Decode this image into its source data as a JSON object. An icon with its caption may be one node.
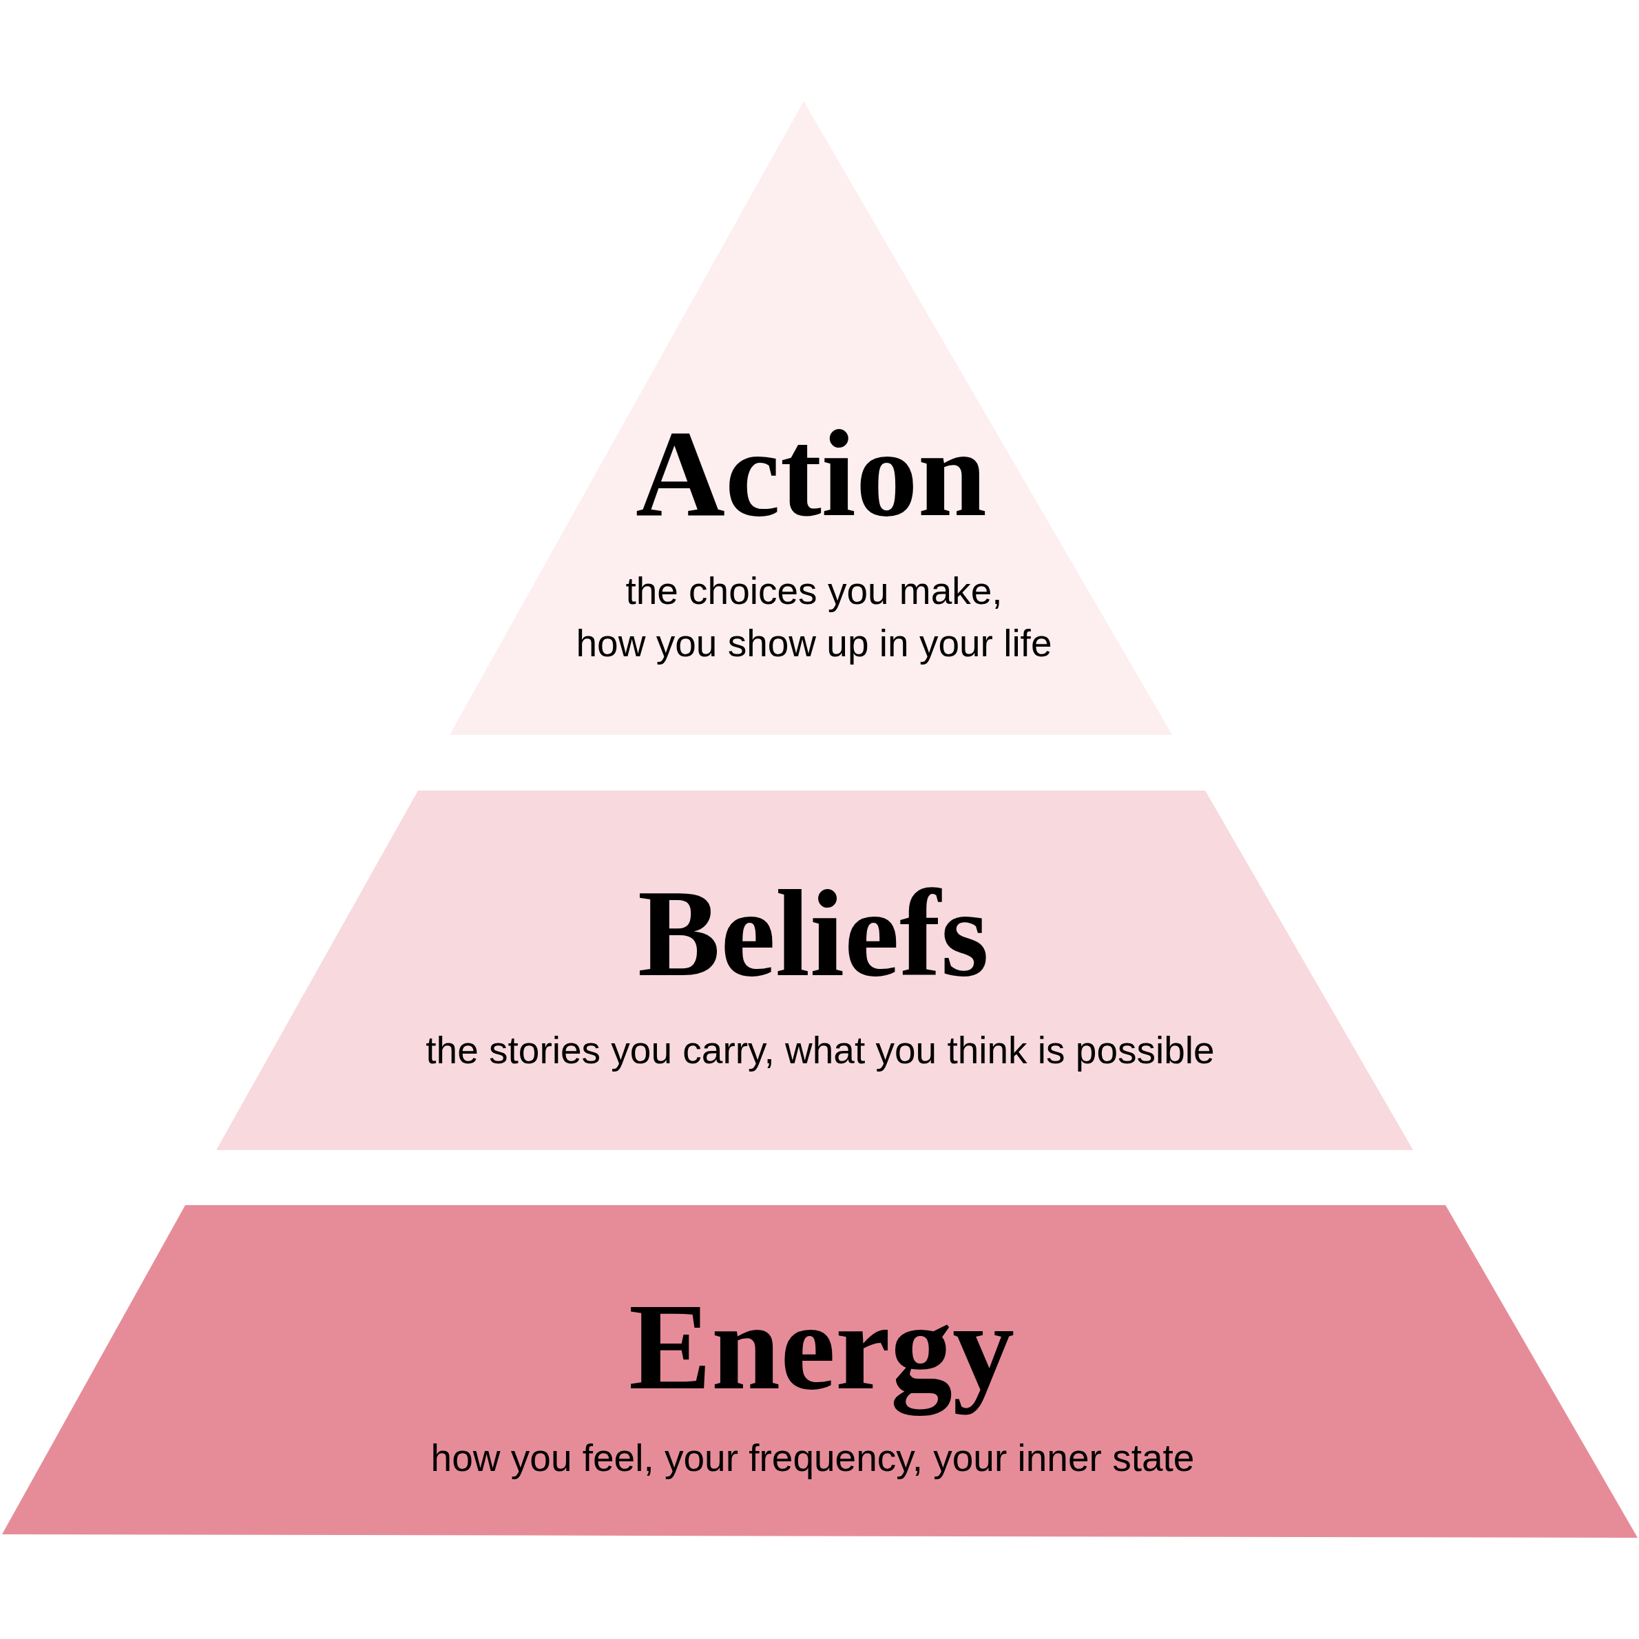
{
  "diagram": {
    "nodes": [
      {
        "text": [
          "Action",
          "the choices you make, how you show up in your life"
        ]
      },
      {
        "text": [
          "Beliefs",
          "the stories you carry, what you think is possible"
        ]
      },
      {
        "text": [
          "Energy",
          "how you feel, your frequency, your inner state"
        ]
      }
    ]
  }
}
